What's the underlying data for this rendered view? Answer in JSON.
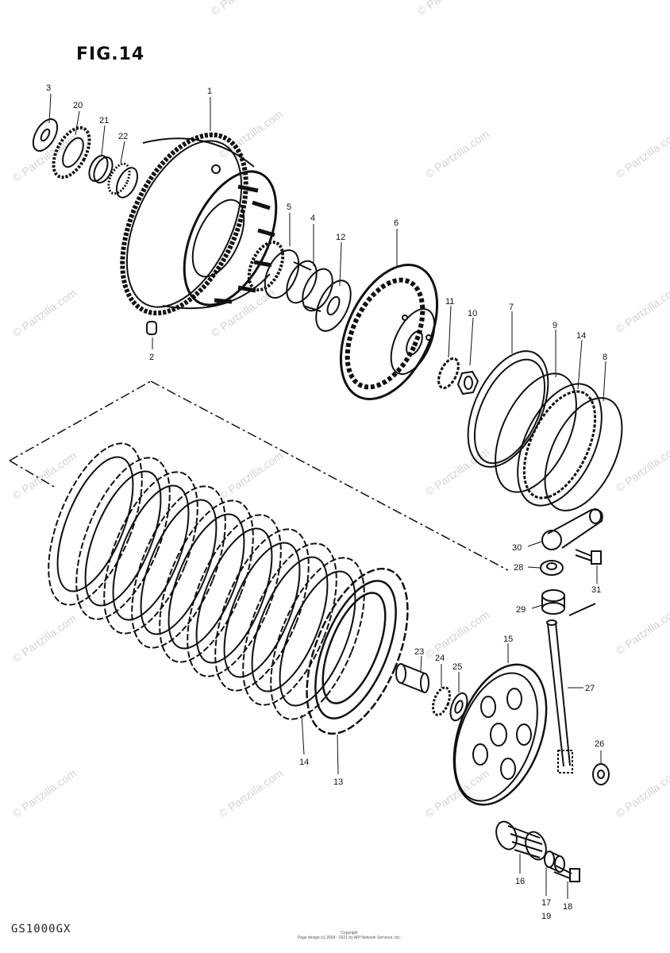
{
  "figure": {
    "title": "FIG.14",
    "model": "GS1000GX",
    "copyright": "Copyright\nPage design (c) 2004 - 2021 by ARI Network Services, Inc.",
    "watermark": "© Partzilla.com"
  },
  "callouts": [
    "1",
    "2",
    "3",
    "4",
    "5",
    "6",
    "7",
    "8",
    "9",
    "10",
    "11",
    "12",
    "13",
    "14",
    "14",
    "15",
    "16",
    "17",
    "18",
    "19",
    "20",
    "21",
    "22",
    "23",
    "24",
    "25",
    "26",
    "27",
    "28",
    "29",
    "30",
    "31"
  ],
  "colors": {
    "ink": "#111111",
    "watermark": "#d4d4d4",
    "background": "#ffffff"
  }
}
